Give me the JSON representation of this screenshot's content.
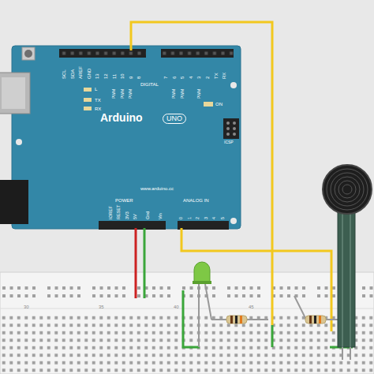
{
  "diagram": {
    "nodes": [
      {
        "text": [
          "SCL",
          "SDA",
          "AREF",
          "GND",
          "13",
          "12",
          "11",
          "10",
          "9",
          "8",
          "7",
          "6",
          "5",
          "4",
          "3",
          "2",
          "TX",
          "RX",
          "PWM",
          "PWM",
          "PWM",
          "PWM",
          "PWM",
          "PWM",
          "DIGITAL",
          "L",
          "TX",
          "RX",
          "Arduino",
          "UNO",
          "ON",
          "ICSP",
          "www.arduino.cc",
          "IOREF",
          "RESET",
          "3V3",
          "5V",
          "Gnd",
          "Vin",
          "POWER",
          "ANALOG IN",
          "0",
          "1",
          "2",
          "3",
          "4",
          "5"
        ]
      }
    ],
    "labels": [
      "30",
      "35",
      "40",
      "45"
    ]
  }
}
